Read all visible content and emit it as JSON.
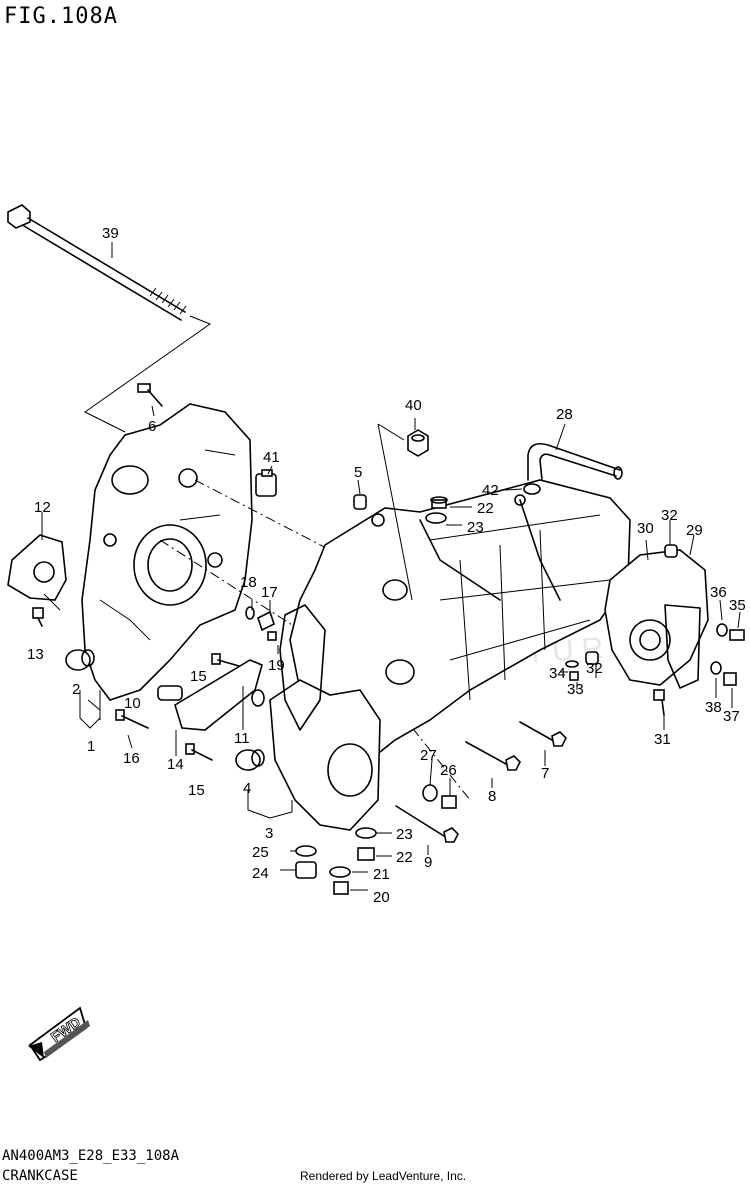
{
  "figure_title": "FIG.108A",
  "model_code": "AN400AM3_E28_E33_108A",
  "section_name": "CRANKCASE",
  "render_credit": "Rendered by LeadVenture, Inc.",
  "watermark": "LEADVENTURE",
  "fwd_label": "FWD",
  "callouts": [
    {
      "id": "c1",
      "text": "1"
    },
    {
      "id": "c2",
      "text": "2"
    },
    {
      "id": "c3",
      "text": "3"
    },
    {
      "id": "c4",
      "text": "4"
    },
    {
      "id": "c5",
      "text": "5"
    },
    {
      "id": "c6",
      "text": "6"
    },
    {
      "id": "c7",
      "text": "7"
    },
    {
      "id": "c8",
      "text": "8"
    },
    {
      "id": "c9",
      "text": "9"
    },
    {
      "id": "c10",
      "text": "10"
    },
    {
      "id": "c11",
      "text": "11"
    },
    {
      "id": "c12",
      "text": "12"
    },
    {
      "id": "c13",
      "text": "13"
    },
    {
      "id": "c14",
      "text": "14"
    },
    {
      "id": "c15a",
      "text": "15"
    },
    {
      "id": "c15b",
      "text": "15"
    },
    {
      "id": "c16",
      "text": "16"
    },
    {
      "id": "c17",
      "text": "17"
    },
    {
      "id": "c18",
      "text": "18"
    },
    {
      "id": "c19",
      "text": "19"
    },
    {
      "id": "c20",
      "text": "20"
    },
    {
      "id": "c21",
      "text": "21"
    },
    {
      "id": "c22a",
      "text": "22"
    },
    {
      "id": "c22b",
      "text": "22"
    },
    {
      "id": "c23a",
      "text": "23"
    },
    {
      "id": "c23b",
      "text": "23"
    },
    {
      "id": "c24",
      "text": "24"
    },
    {
      "id": "c25",
      "text": "25"
    },
    {
      "id": "c26",
      "text": "26"
    },
    {
      "id": "c27",
      "text": "27"
    },
    {
      "id": "c28",
      "text": "28"
    },
    {
      "id": "c29",
      "text": "29"
    },
    {
      "id": "c30",
      "text": "30"
    },
    {
      "id": "c31",
      "text": "31"
    },
    {
      "id": "c32a",
      "text": "32"
    },
    {
      "id": "c32b",
      "text": "32"
    },
    {
      "id": "c33",
      "text": "33"
    },
    {
      "id": "c34",
      "text": "34"
    },
    {
      "id": "c35",
      "text": "35"
    },
    {
      "id": "c36",
      "text": "36"
    },
    {
      "id": "c37",
      "text": "37"
    },
    {
      "id": "c38",
      "text": "38"
    },
    {
      "id": "c39",
      "text": "39"
    },
    {
      "id": "c40",
      "text": "40"
    },
    {
      "id": "c41",
      "text": "41"
    },
    {
      "id": "c42",
      "text": "42"
    }
  ]
}
